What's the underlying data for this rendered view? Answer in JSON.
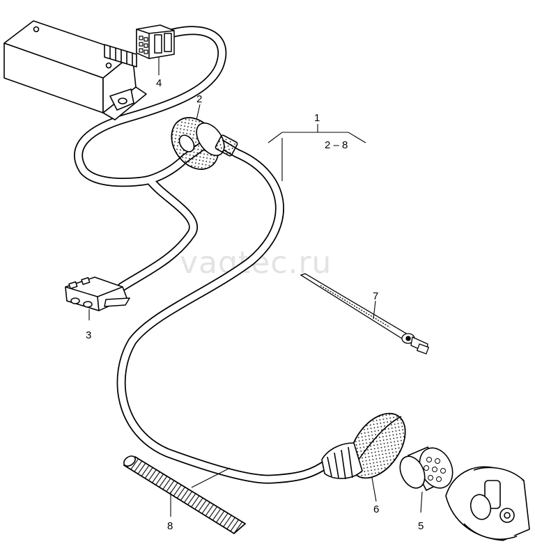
{
  "watermark": "vagtec.ru",
  "callouts": {
    "c1": "1",
    "c1_range": "2 – 8",
    "c2": "2",
    "c3": "3",
    "c4": "4",
    "c5": "5",
    "c6": "6",
    "c7": "7",
    "c8": "8"
  },
  "colors": {
    "line": "#000000",
    "background": "#ffffff",
    "watermark": "#e3e3e3"
  }
}
